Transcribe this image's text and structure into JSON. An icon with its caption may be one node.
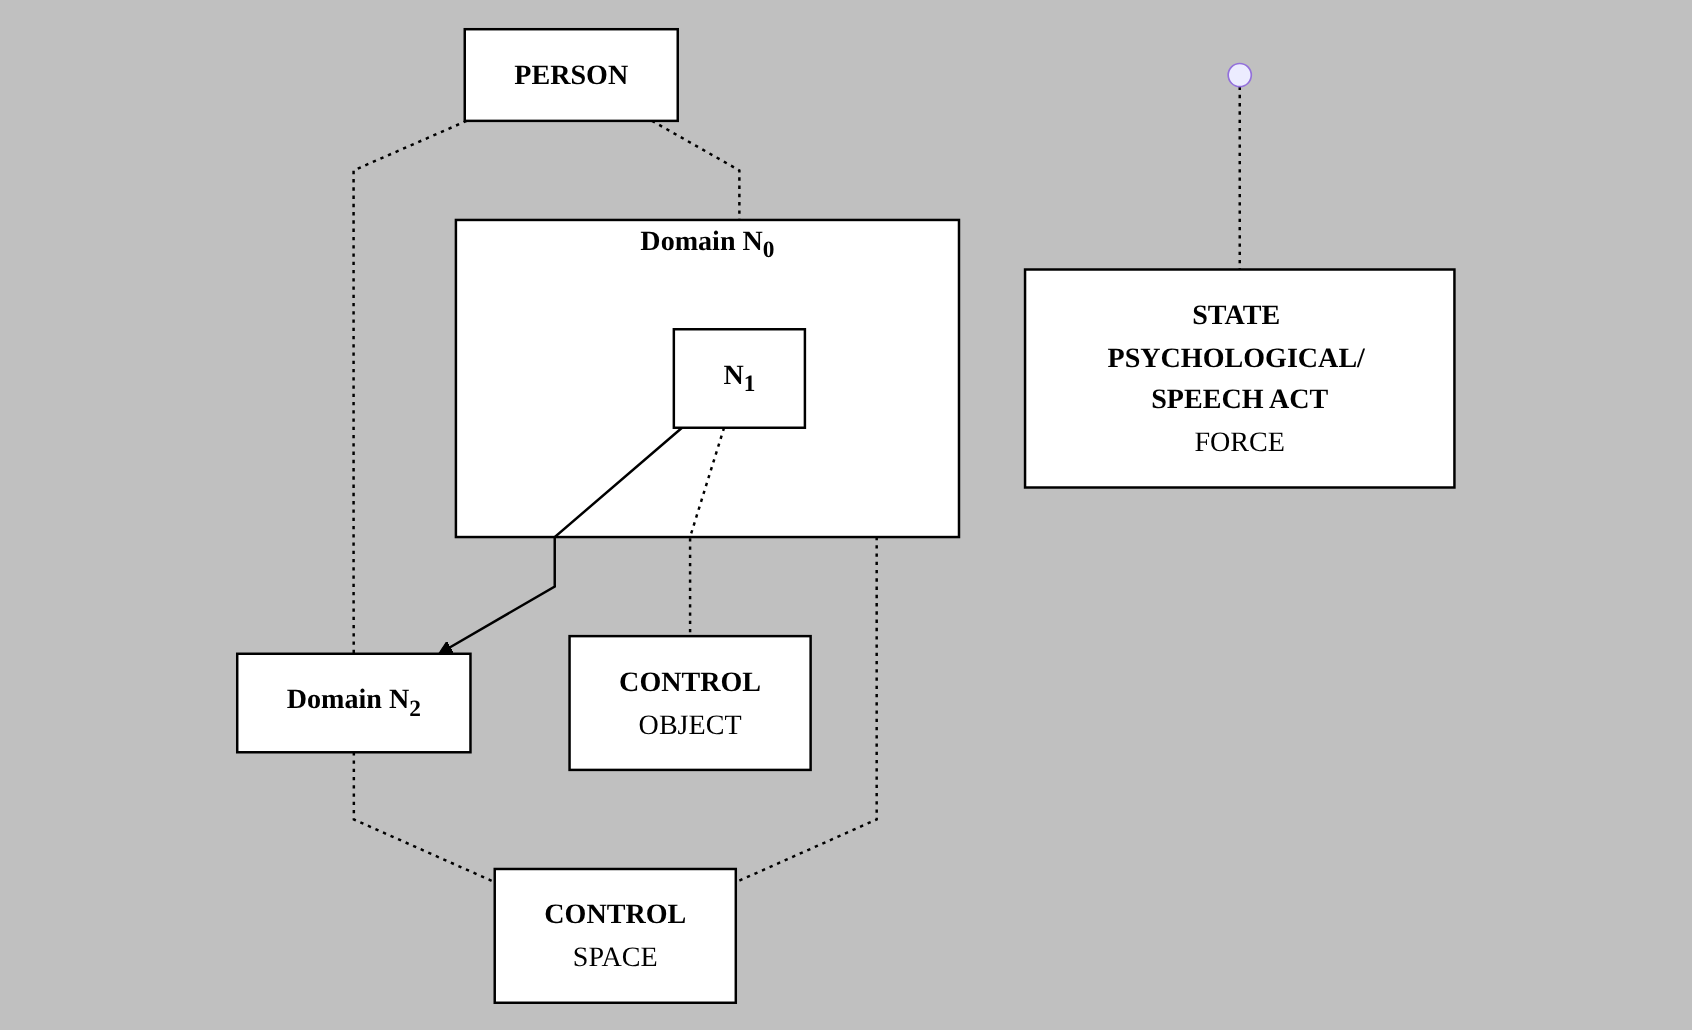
{
  "diagram": {
    "nodes": [
      {
        "text": [
          "PERSON"
        ]
      },
      {
        "text": [
          "Domain N$_{0}$"
        ]
      },
      {
        "text": [
          "N$_{1}$"
        ],
        "in": 1
      },
      {
        "text": [
          "Domain N$_{2}$"
        ]
      },
      {
        "text": [
          "CONTROL",
          "OBJECT"
        ]
      },
      {
        "text": [
          "CONTROL",
          "SPACE"
        ]
      },
      {
        "text": [
          "STATE PSYCHOLOGICAL/ SPEECH ACT",
          "FORCE"
        ]
      }
    ],
    "edges": [
      {
        "from": 0,
        "to": 1,
        "arrow": "none",
        "style": "dashed"
      },
      {
        "from": 0,
        "to": 3,
        "arrow": "none",
        "style": "dashed"
      },
      {
        "from": 2,
        "to": 3,
        "arrow": "to"
      },
      {
        "from": 2,
        "to": 4,
        "arrow": "none",
        "style": "dashed"
      },
      {
        "from": 1,
        "to": 5,
        "arrow": "none",
        "style": "dashed"
      },
      {
        "from": 3,
        "to": 5,
        "arrow": "none",
        "style": "dashed"
      },
      {
        "from": null,
        "to": 6,
        "arrow": "none",
        "style": "dashed"
      }
    ]
  }
}
